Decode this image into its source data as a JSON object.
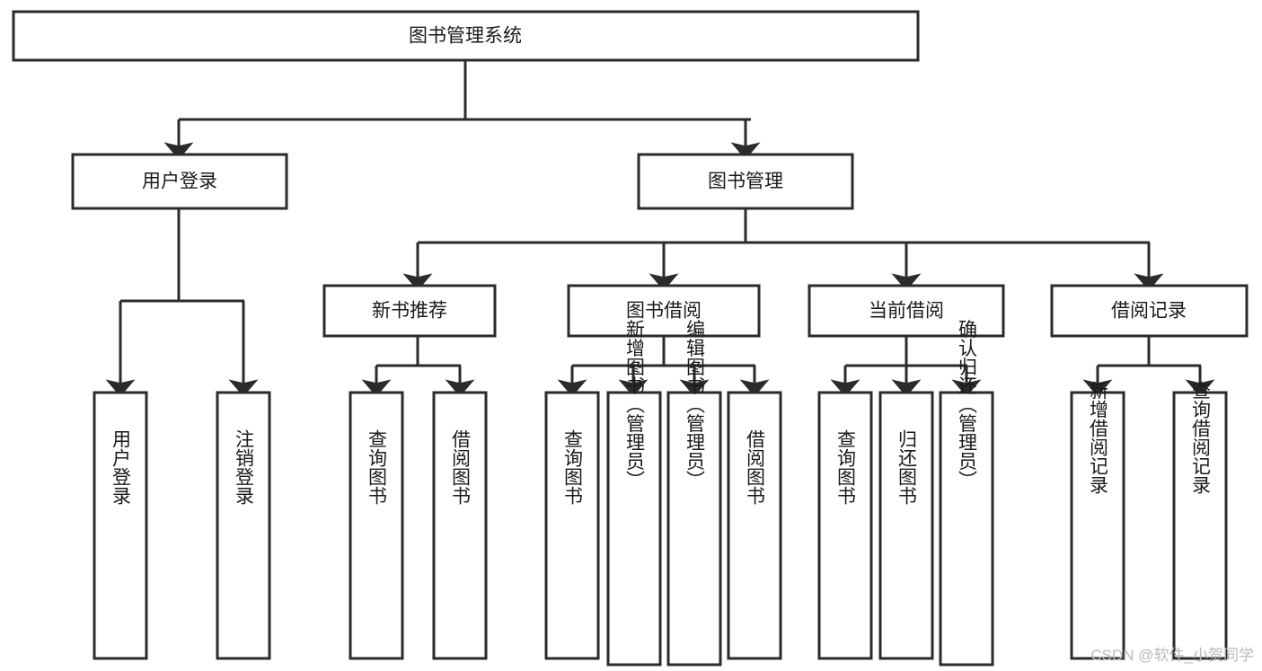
{
  "diagram": {
    "type": "tree-hierarchy",
    "title": "图书管理系统",
    "root": {
      "id": "root",
      "label": "图书管理系统",
      "level": 0
    },
    "level1": [
      {
        "id": "user-login",
        "label": "用户登录"
      },
      {
        "id": "book-management",
        "label": "图书管理"
      }
    ],
    "level2": [
      {
        "id": "new-book-recommend",
        "label": "新书推荐",
        "parent": "book-management"
      },
      {
        "id": "book-borrow",
        "label": "图书借阅",
        "parent": "book-management"
      },
      {
        "id": "current-borrow",
        "label": "当前借阅",
        "parent": "book-management"
      },
      {
        "id": "borrow-record",
        "label": "借阅记录",
        "parent": "book-management"
      }
    ],
    "leaves": [
      {
        "id": "leaf-user-login",
        "label": "用户登录",
        "parent": "user-login"
      },
      {
        "id": "leaf-logout-login",
        "label": "注销登录",
        "parent": "user-login"
      },
      {
        "id": "leaf-query-book-1",
        "label": "查询图书",
        "parent": "new-book-recommend"
      },
      {
        "id": "leaf-borrow-book-1",
        "label": "借阅图书",
        "parent": "new-book-recommend"
      },
      {
        "id": "leaf-query-book-2",
        "label": "查询图书",
        "parent": "book-borrow"
      },
      {
        "id": "leaf-add-book",
        "label": "新增图书（管理员）",
        "parent": "book-borrow"
      },
      {
        "id": "leaf-edit-book",
        "label": "编辑图书（管理员）",
        "parent": "book-borrow"
      },
      {
        "id": "leaf-borrow-book-2",
        "label": "借阅图书",
        "parent": "book-borrow"
      },
      {
        "id": "leaf-query-book-3",
        "label": "查询图书",
        "parent": "current-borrow"
      },
      {
        "id": "leaf-return-book",
        "label": "归还图书",
        "parent": "current-borrow"
      },
      {
        "id": "leaf-confirm-return",
        "label": "确认归还（管理员）",
        "parent": "current-borrow"
      },
      {
        "id": "leaf-add-borrow-record",
        "label": "新增借阅记录",
        "parent": "borrow-record"
      },
      {
        "id": "leaf-query-borrow-record",
        "label": "查询借阅记录",
        "parent": "borrow-record"
      }
    ],
    "colors": {
      "box_fill": "#ffffff",
      "box_stroke": "#2b2b2b",
      "text": "#1a1a1a",
      "link": "#2b2b2b",
      "watermark": "#b9b9b9",
      "background": "#ffffff"
    }
  },
  "watermark": {
    "text": "CSDN @软件_小贺同学"
  }
}
